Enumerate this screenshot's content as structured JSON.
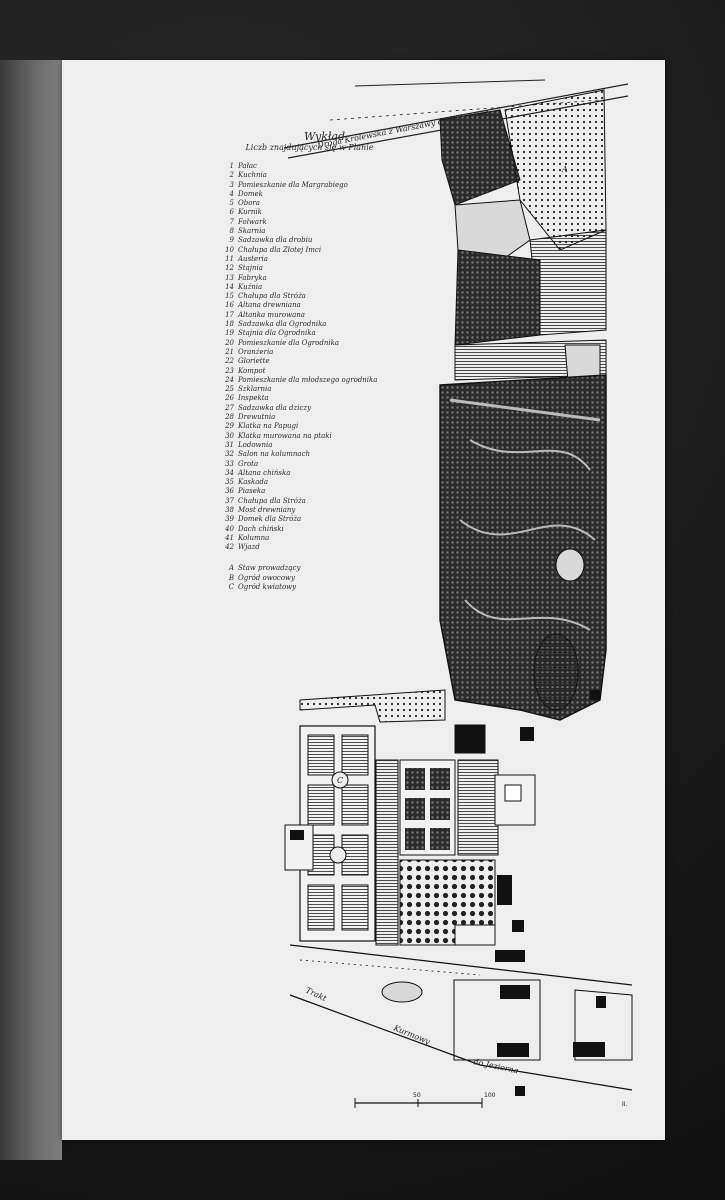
{
  "legend": {
    "title": "Wykład",
    "subtitle": "Liczb znajdujących się w Planie",
    "items": [
      {
        "num": "1",
        "label": "Pałac"
      },
      {
        "num": "2",
        "label": "Kuchnia"
      },
      {
        "num": "3",
        "label": "Pomieszkanie dla Margrabiego"
      },
      {
        "num": "4",
        "label": "Domek"
      },
      {
        "num": "5",
        "label": "Obora"
      },
      {
        "num": "6",
        "label": "Kurnik"
      },
      {
        "num": "7",
        "label": "Folwark"
      },
      {
        "num": "8",
        "label": "Skarnia"
      },
      {
        "num": "9",
        "label": "Sadzawka dla drobiu"
      },
      {
        "num": "10",
        "label": "Chałupa dla Złotej Imci"
      },
      {
        "num": "11",
        "label": "Austeria"
      },
      {
        "num": "12",
        "label": "Stajnia"
      },
      {
        "num": "13",
        "label": "Fabryka"
      },
      {
        "num": "14",
        "label": "Kuźnia"
      },
      {
        "num": "15",
        "label": "Chałupa dla Stróża"
      },
      {
        "num": "16",
        "label": "Altana drewniana"
      },
      {
        "num": "17",
        "label": "Altanka murowana"
      },
      {
        "num": "18",
        "label": "Sadzawka dla Ogrodnika"
      },
      {
        "num": "19",
        "label": "Stajnia dla Ogrodnika"
      },
      {
        "num": "20",
        "label": "Pomieszkanie dla Ogrodnika"
      },
      {
        "num": "21",
        "label": "Oranżeria"
      },
      {
        "num": "22",
        "label": "Gloriette"
      },
      {
        "num": "23",
        "label": "Kompot"
      },
      {
        "num": "24",
        "label": "Pomieszkanie dla młodszego ogrodnika"
      },
      {
        "num": "25",
        "label": "Szklarnia"
      },
      {
        "num": "26",
        "label": "Inspekta"
      },
      {
        "num": "27",
        "label": "Sadzawka dla dziczy"
      },
      {
        "num": "28",
        "label": "Drewutnia"
      },
      {
        "num": "29",
        "label": "Klatka na Papugi"
      },
      {
        "num": "30",
        "label": "Klatka murowana na ptaki"
      },
      {
        "num": "31",
        "label": "Lodownia"
      },
      {
        "num": "32",
        "label": "Salon na kolumnach"
      },
      {
        "num": "33",
        "label": "Grota"
      },
      {
        "num": "34",
        "label": "Altana chińska"
      },
      {
        "num": "35",
        "label": "Kaskada"
      },
      {
        "num": "36",
        "label": "Piaseka"
      },
      {
        "num": "37",
        "label": "Chałupa dla Stróża"
      },
      {
        "num": "38",
        "label": "Most drewniany"
      },
      {
        "num": "39",
        "label": "Domek dla Stróża"
      },
      {
        "num": "40",
        "label": "Dach chiński"
      },
      {
        "num": "41",
        "label": "Kolumna"
      },
      {
        "num": "42",
        "label": "Wjazd"
      }
    ],
    "letters": [
      {
        "num": "A",
        "label": "Staw prowadzący"
      },
      {
        "num": "B",
        "label": "Ogród owocowy"
      },
      {
        "num": "C",
        "label": "Ogród kwiatowy"
      }
    ]
  },
  "labels": {
    "road_top": "Droga Królewska z Warszawy do Wilanowa",
    "road_bottom_1": "Trakt",
    "road_bottom_2": "Kurmowy",
    "road_bottom_3": "do Jeziorna",
    "marker_a": "A",
    "marker_c": "C",
    "scale_mid": "50",
    "scale_end": "100",
    "corner_mark": "II."
  }
}
